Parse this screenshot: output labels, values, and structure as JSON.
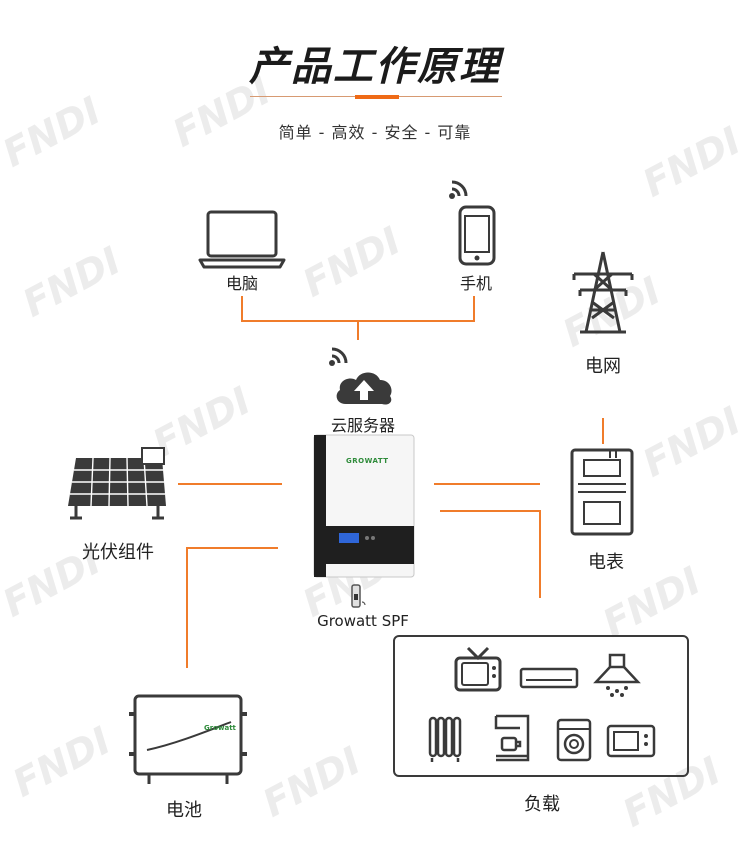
{
  "header": {
    "title": "产品工作原理",
    "subtitle": "简单 - 高效 - 安全 - 可靠"
  },
  "nodes": {
    "computer": "电脑",
    "phone": "手机",
    "grid": "电网",
    "cloud": "云服务器",
    "inverter": "Growatt SPF",
    "solar": "光伏组件",
    "meter": "电表",
    "battery": "电池",
    "load": "负载"
  },
  "brand": {
    "inverter_logo": "GROWATT",
    "battery_logo": "Growatt",
    "watermark": "FNDI"
  },
  "colors": {
    "connector": "#f07c2b",
    "accent": "#ef6a16",
    "icon": "#3a3a3a",
    "screen": "#2f66d8"
  }
}
